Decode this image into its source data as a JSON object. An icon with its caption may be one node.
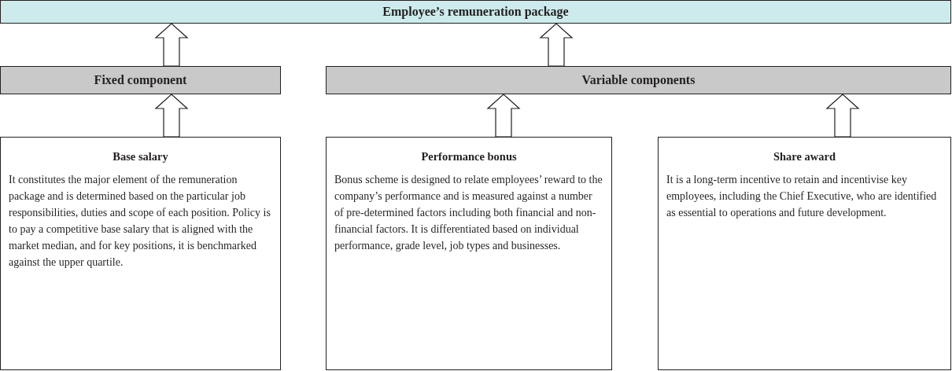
{
  "diagram": {
    "nodes": [
      {
        "text": [
          "Employee’s remuneration package"
        ]
      },
      {
        "text": [
          "Fixed component"
        ]
      },
      {
        "text": [
          "Variable components"
        ]
      },
      {
        "text": [
          "Base salary",
          "It constitutes the major element of the remuneration package and is determined based on the particular job responsibilities, duties and scope of each position. Policy is to pay a competitive base salary that is aligned with the market median, and for key positions, it is benchmarked against the upper quartile."
        ]
      },
      {
        "text": [
          "Performance bonus",
          "Bonus scheme is designed to relate employees’ reward to the company’s performance and is measured against a number of pre-determined factors including both financial and non-financial factors. It is differentiated based on individual performance, grade level, job types and businesses."
        ]
      },
      {
        "text": [
          "Share award",
          "It is a long-term incentive to retain and incentivise key employees, including the Chief Executive, who are identified as essential to operations and future development."
        ]
      }
    ],
    "edges": [
      {
        "from": 1,
        "to": 0,
        "arrow": "to"
      },
      {
        "from": 2,
        "to": 0,
        "arrow": "to"
      },
      {
        "from": 3,
        "to": 1,
        "arrow": "to"
      },
      {
        "from": 4,
        "to": 2,
        "arrow": "to"
      },
      {
        "from": 5,
        "to": 2,
        "arrow": "to"
      }
    ]
  }
}
